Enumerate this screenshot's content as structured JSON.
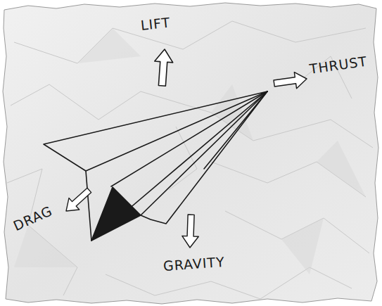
{
  "diagram": {
    "labels": [
      "LIFT",
      "THRUST",
      "DRAG",
      "GRAVITY"
    ]
  }
}
